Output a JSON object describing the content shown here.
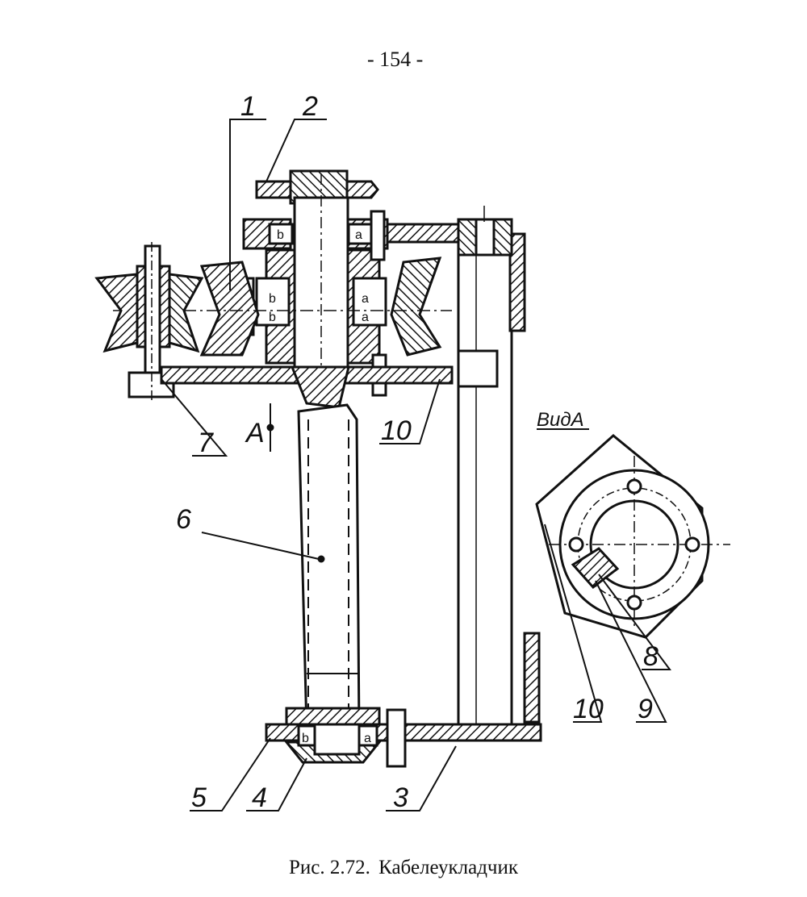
{
  "page_number": "- 154 -",
  "labels": {
    "l1": "1",
    "l2": "2",
    "l3": "3",
    "l4": "4",
    "l5": "5",
    "l6": "6",
    "l7": "7",
    "l8": "8",
    "l9": "9",
    "l10a": "10",
    "l10b": "10",
    "section": "A",
    "view": "ВидА"
  },
  "bearing_marks": {
    "a": "a",
    "b": "b"
  },
  "caption": {
    "fig": "Рис. 2.72.",
    "title": "Кабелеукладчик"
  },
  "colors": {
    "ink": "#111111",
    "paper": "#ffffff"
  }
}
